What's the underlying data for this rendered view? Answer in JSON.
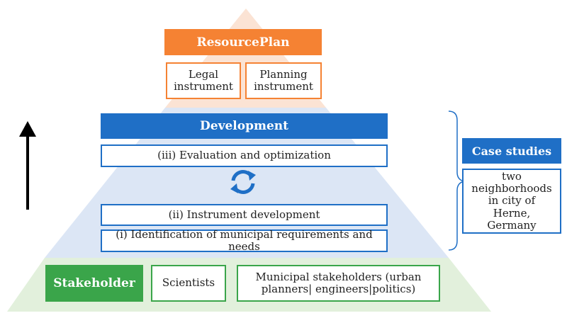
{
  "resource_plan": {
    "title": "ResourcePlan",
    "instruments": [
      "Legal instrument",
      "Planning instrument"
    ]
  },
  "development": {
    "title": "Development",
    "steps": [
      "(iii) Evaluation and optimization",
      "(ii) Instrument development",
      "(i) Identification of municipal requirements and needs"
    ]
  },
  "stakeholder": {
    "title": "Stakeholder",
    "groups": [
      "Scientists",
      "Municipal stakeholders (urban planners| engineers|politics)"
    ]
  },
  "case_studies": {
    "title": "Case studies",
    "text": "two neighborhoods in city of Herne, Germany"
  },
  "colors": {
    "orange": "#f58233",
    "blue": "#1f6fc6",
    "green": "#3aa54a",
    "pyramid_top": "#fbe3d4",
    "pyramid_middle": "#dce6f5",
    "pyramid_bottom": "#e2f0dc"
  }
}
